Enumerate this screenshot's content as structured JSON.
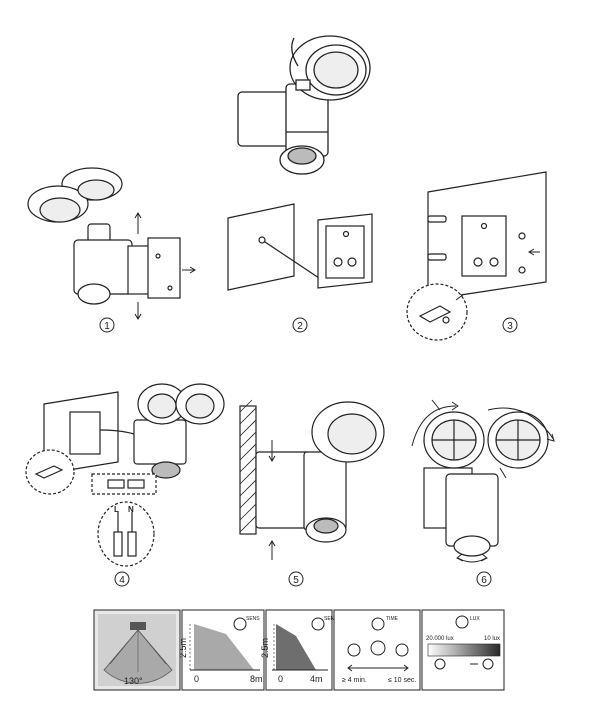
{
  "steps": [
    "1",
    "2",
    "3",
    "4",
    "5",
    "6"
  ],
  "wiring": {
    "live": "L",
    "neutral": "N"
  },
  "panels": {
    "detection_angle": "130°",
    "range_a": {
      "height": "2.5m",
      "distance": "8m",
      "start": "0"
    },
    "range_b": {
      "height": "2.5m",
      "distance": "4m",
      "start": "0"
    },
    "time": {
      "min": "≥ 4 min.",
      "max": "≤ 10 sec."
    },
    "lux": {
      "high": "20.000 lux",
      "low": "10 lux"
    }
  },
  "dial_labels": {
    "sens": "SENS",
    "time": "TIME",
    "lux": "LUX"
  },
  "colors": {
    "line": "#222222",
    "panel_fill": "#a9a9a9",
    "dark_fill": "#6e6e6e",
    "gradient_dark": "#2a2a2a"
  }
}
